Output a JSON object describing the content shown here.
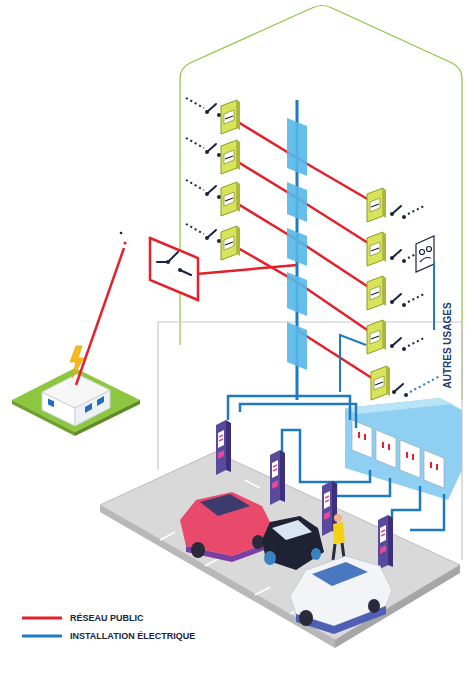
{
  "diagram": {
    "labels": [
      "AUTRES USAGES"
    ],
    "legend": [
      {
        "text": "RÉSEAU PUBLIC"
      },
      {
        "text": "INSTALLATION ÉLECTRIQUE"
      }
    ]
  }
}
